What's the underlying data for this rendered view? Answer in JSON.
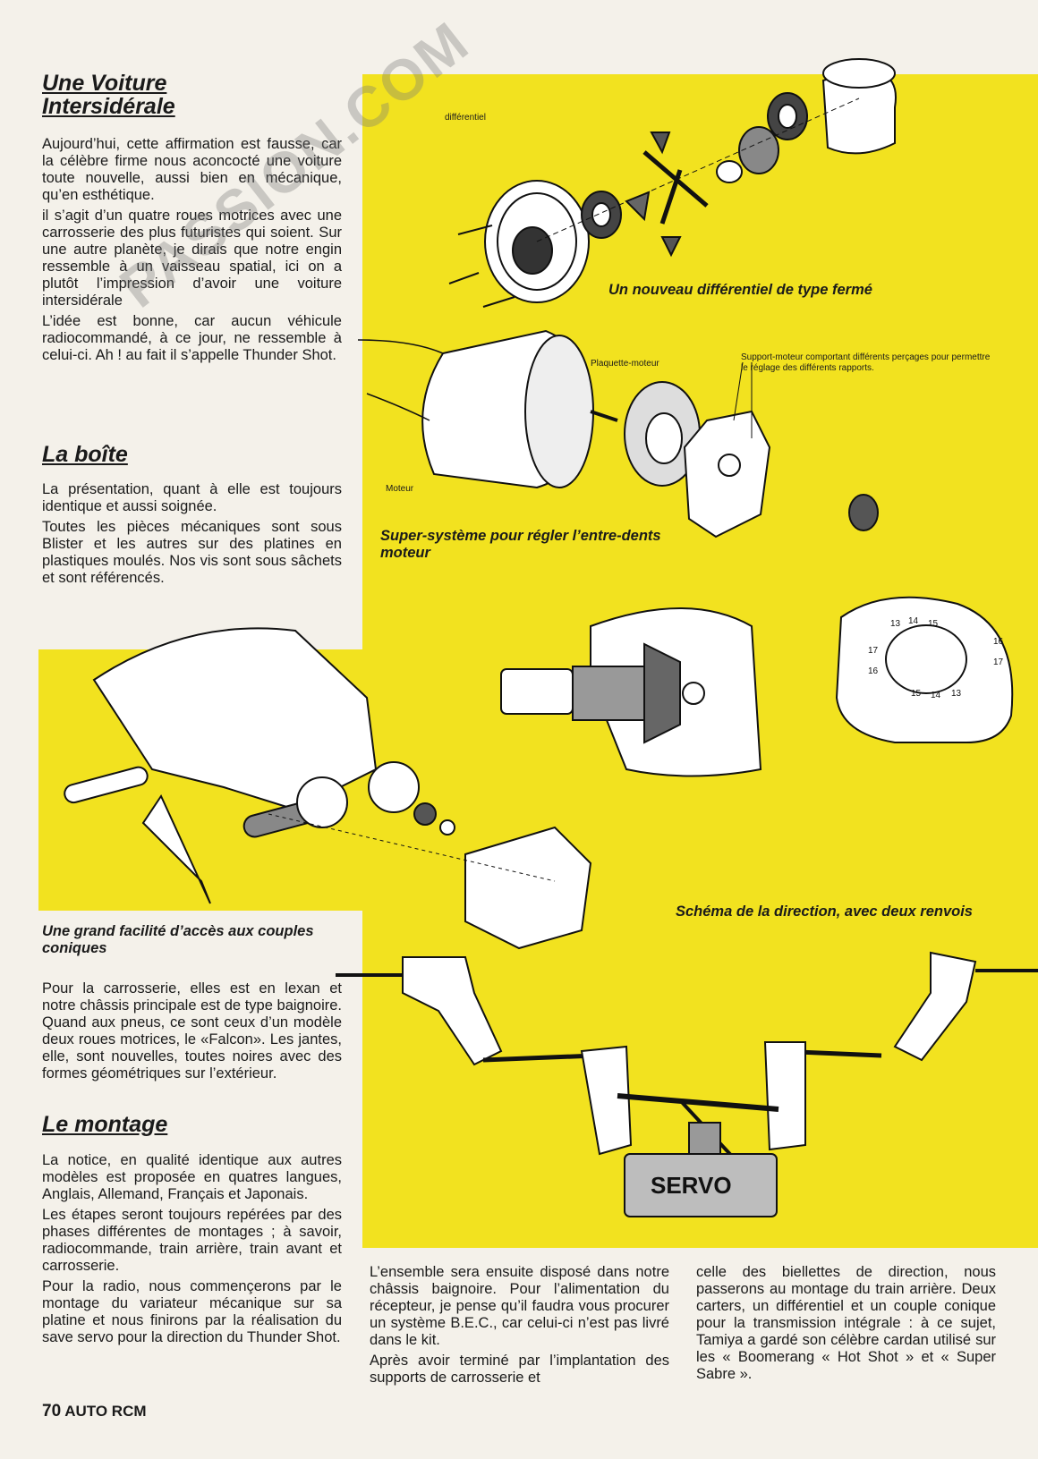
{
  "sections": {
    "voiture": {
      "title": "Une Voiture Intersidérale",
      "paragraphs": [
        "Aujourd’hui, cette affirmation est fausse, car la célèbre firme nous aconcocté une voiture toute nouvelle, aussi bien en mécanique, qu’en esthétique.",
        "il s’agit d’un quatre roues motrices avec une carrosserie des plus futuristes qui soient. Sur une autre planète, je dirais que notre engin ressemble à un vaisseau spatial, ici on a plutôt l’impression d’avoir une voiture intersidérale",
        "L’idée est bonne, car aucun véhicule radiocommandé, à ce jour, ne ressemble à celui-ci. Ah ! au fait il s’appelle Thunder Shot."
      ]
    },
    "boite": {
      "title": "La boîte",
      "paragraphs": [
        "La présentation, quant à elle est toujours identique et aussi soignée.",
        "Toutes les pièces mécaniques sont sous Blister et les autres sur des platines en plastiques moulés. Nos vis sont sous sâchets et sont référencés."
      ]
    },
    "carrosserie": {
      "paragraphs": [
        "Pour la carrosserie, elles est en lexan et notre châssis principale est de type baignoire. Quand aux pneus, ce sont ceux d’un modèle deux roues motrices, le «Falcon». Les jantes, elle, sont nouvelles, toutes noires avec des formes géométriques sur l’extérieur."
      ]
    },
    "montage": {
      "title": "Le montage",
      "paragraphs": [
        "La notice, en qualité identique aux autres modèles est proposée en quatres langues, Anglais, Allemand, Français et Japonais.",
        "Les étapes seront toujours repérées par des phases différentes de montages ; à savoir, radiocommande, train arrière, train avant et carrosserie.",
        "Pour la radio, nous commençerons par le montage du variateur mécanique sur sa platine et nous finirons par la réalisation du save servo pour la direction du Thunder Shot."
      ]
    },
    "col2": {
      "paragraphs": [
        "L’ensemble sera ensuite disposé dans notre châssis baignoire. Pour l’alimentation du récepteur, je pense qu’il faudra vous procurer un système B.E.C., car celui-ci n’est pas livré dans le kit.",
        "Après avoir terminé par l’implantation des supports de carrosserie et"
      ]
    },
    "col3": {
      "paragraphs": [
        "celle des biellettes de direction, nous passerons au montage du train arrière. Deux carters, un différentiel et un couple conique pour la transmission intégrale : à ce sujet, Tamiya a gardé son célèbre cardan utilisé sur les « Boomerang « Hot Shot » et « Super Sabre »."
      ]
    }
  },
  "captions": {
    "differentiel": "Un nouveau différentiel de type fermé",
    "moteur": "Super-système pour régler l’entre-dents moteur",
    "couples": "Une grand facilité d’accès aux couples coniques",
    "direction": "Schéma de la direction, avec deux renvois"
  },
  "labels": {
    "differentiel": "différentiel",
    "plaquette": "Plaquette-moteur",
    "support": "Support-moteur comportant différents perçages pour permettre le réglage des différents rapports.",
    "moteur": "Moteur",
    "servo": "SERVO"
  },
  "plate_numbers": [
    "13",
    "14",
    "15",
    "17",
    "16",
    "16",
    "17",
    "15",
    "14",
    "13"
  ],
  "watermark": "PASSION.COM",
  "footer": {
    "page": "70",
    "magazine": "AUTO RCM"
  },
  "colors": {
    "yellow": "#f2e21f",
    "paper": "#f4f1ea",
    "ink": "#1a1a1a"
  }
}
